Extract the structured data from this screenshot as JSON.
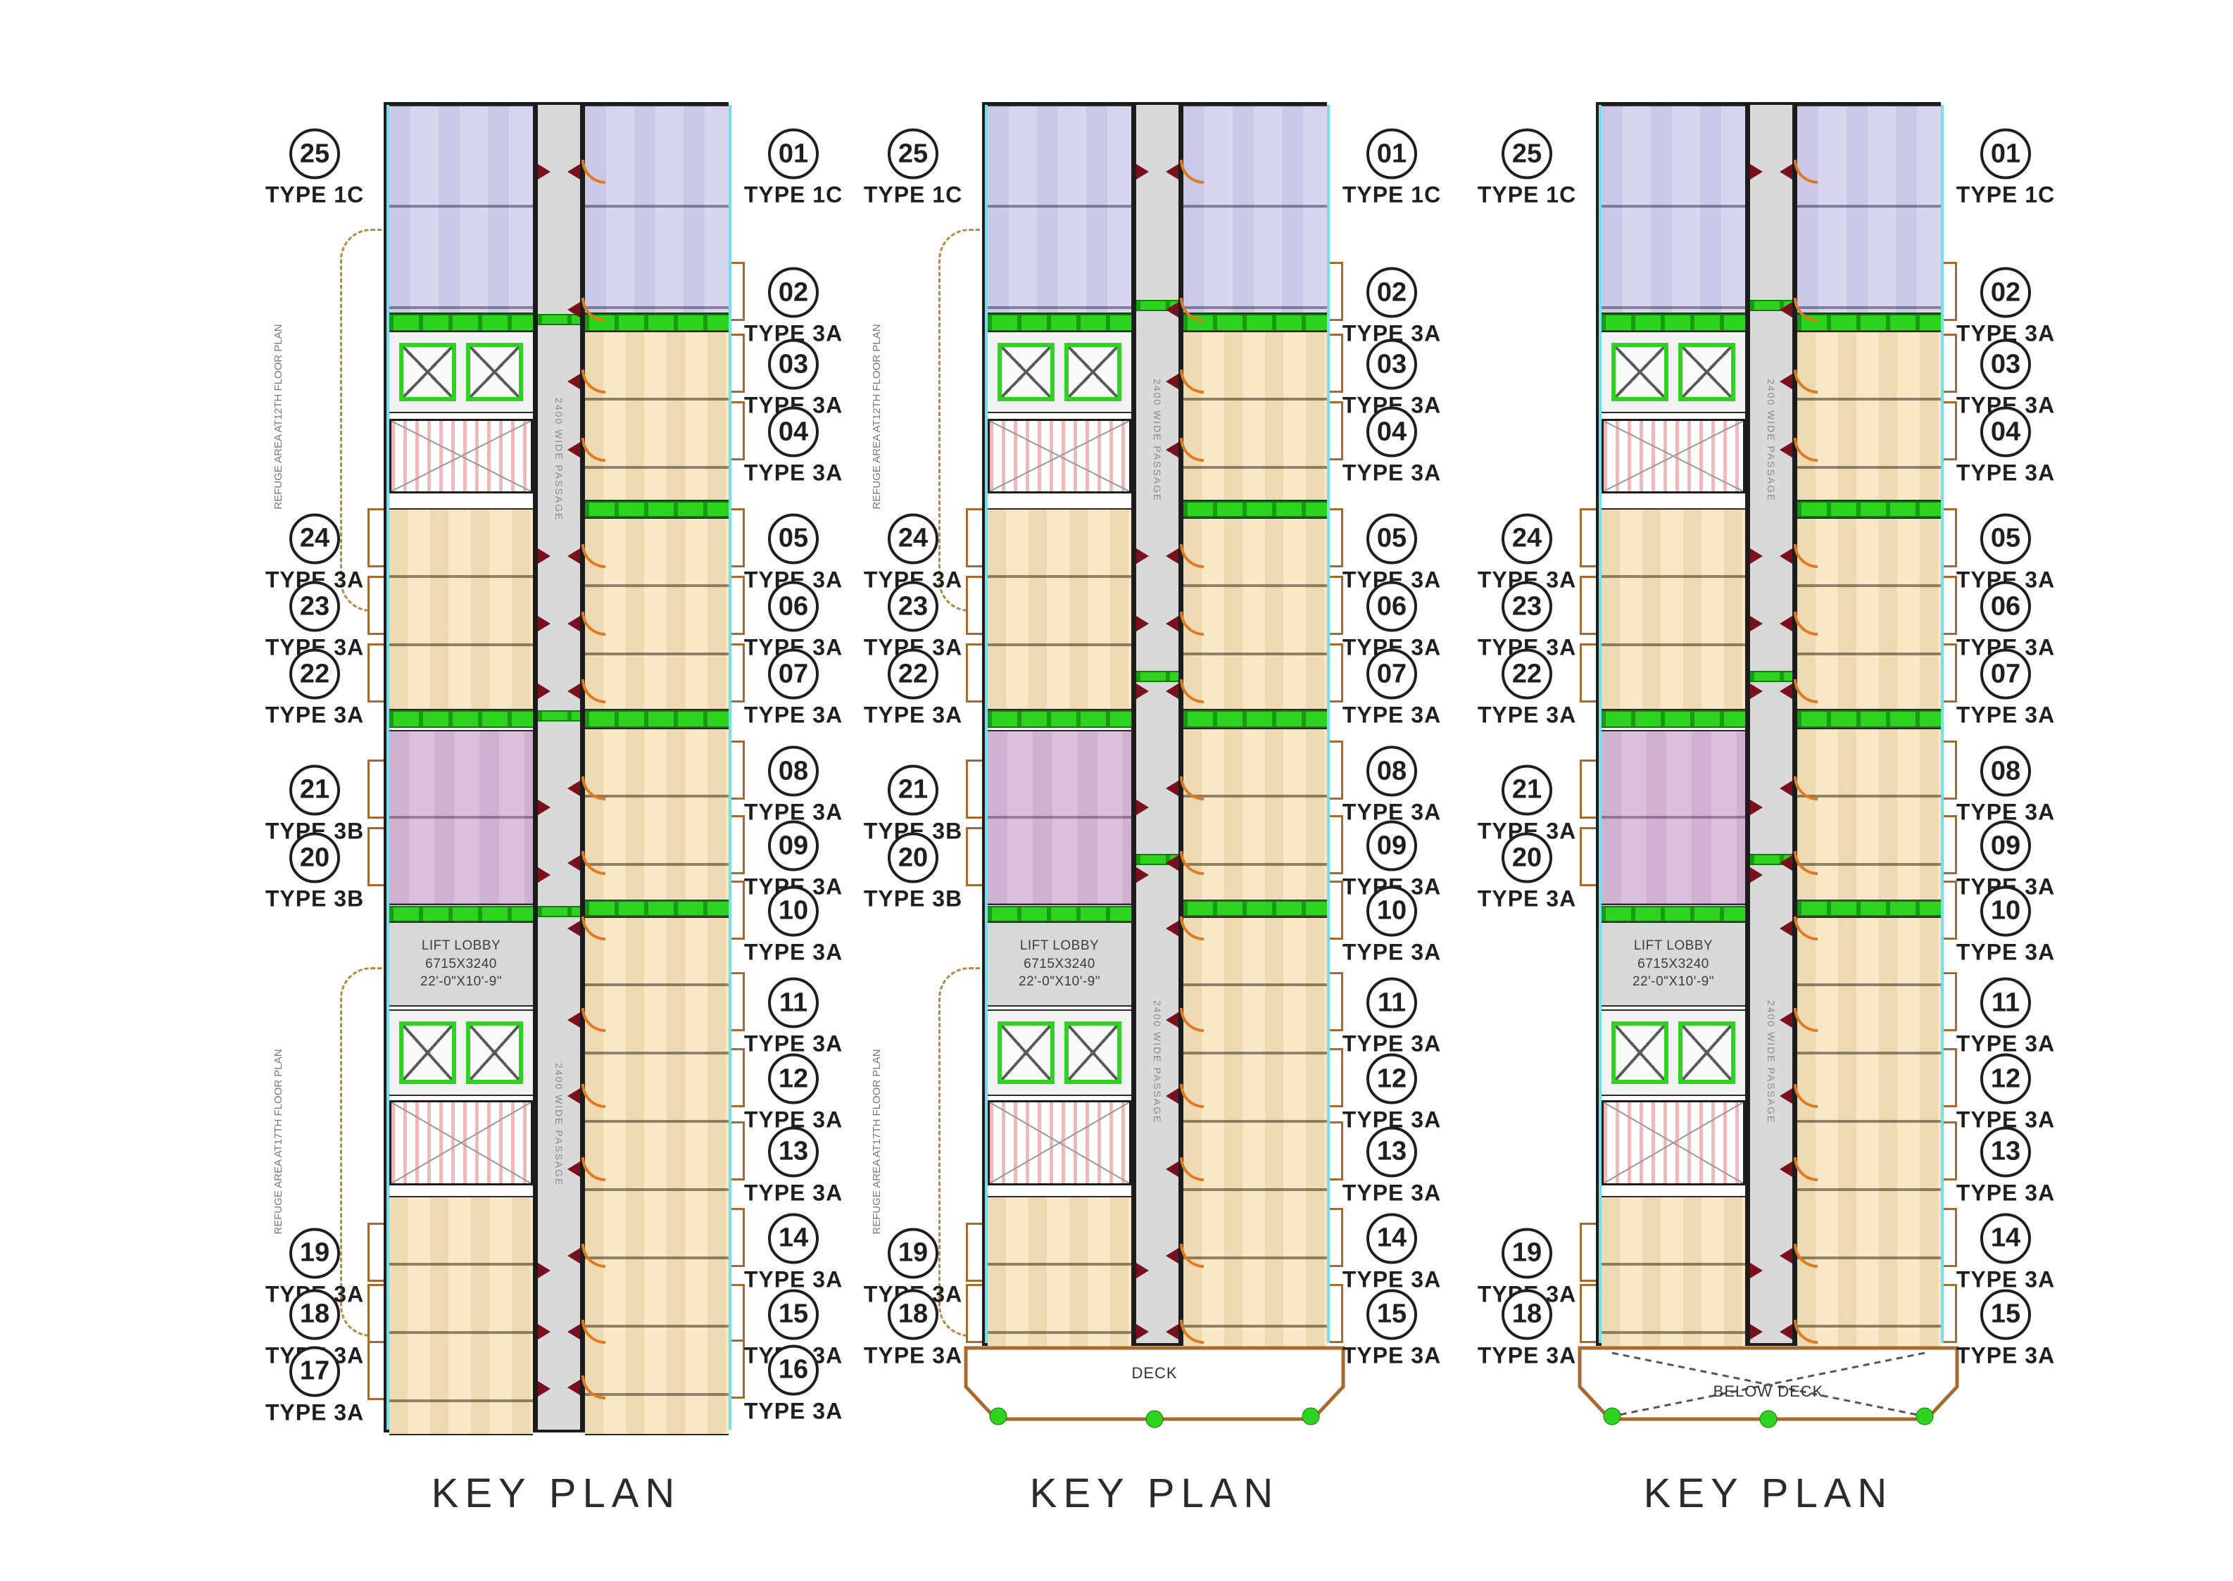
{
  "colors": {
    "unit_beige": "#f8e8c6",
    "unit_lavender": "#d8d5ee",
    "unit_mauve": "#dbc0db",
    "corridor_gray": "#d9d9d9",
    "refuge_green": "#2ed31f",
    "balcony_tan": "#a9692e",
    "outer_cyan": "#74dfee",
    "wall_black": "#1c1c1c",
    "door_red": "#7a0f1e",
    "door_orange": "#e0791f"
  },
  "plans": [
    {
      "title": "KEY PLAN",
      "left_labels": [
        {
          "num": "25",
          "type": "TYPE 1C"
        },
        {
          "num": "24",
          "type": "TYPE 3A"
        },
        {
          "num": "23",
          "type": "TYPE 3A"
        },
        {
          "num": "22",
          "type": "TYPE 3A"
        },
        {
          "num": "21",
          "type": "TYPE 3B"
        },
        {
          "num": "20",
          "type": "TYPE 3B"
        },
        {
          "num": "19",
          "type": "TYPE 3A"
        },
        {
          "num": "18",
          "type": "TYPE 3A"
        },
        {
          "num": "17",
          "type": "TYPE 3A"
        }
      ],
      "right_labels": [
        {
          "num": "01",
          "type": "TYPE 1C"
        },
        {
          "num": "02",
          "type": "TYPE 3A"
        },
        {
          "num": "03",
          "type": "TYPE 3A"
        },
        {
          "num": "04",
          "type": "TYPE 3A"
        },
        {
          "num": "05",
          "type": "TYPE 3A"
        },
        {
          "num": "06",
          "type": "TYPE 3A"
        },
        {
          "num": "07",
          "type": "TYPE 3A"
        },
        {
          "num": "08",
          "type": "TYPE 3A"
        },
        {
          "num": "09",
          "type": "TYPE 3A"
        },
        {
          "num": "10",
          "type": "TYPE 3A"
        },
        {
          "num": "11",
          "type": "TYPE 3A"
        },
        {
          "num": "12",
          "type": "TYPE 3A"
        },
        {
          "num": "13",
          "type": "TYPE 3A"
        },
        {
          "num": "14",
          "type": "TYPE 3A"
        },
        {
          "num": "15",
          "type": "TYPE 3A"
        },
        {
          "num": "16",
          "type": "TYPE 3A"
        }
      ],
      "annotations": {
        "lift_lobby": [
          "LIFT LOBBY",
          "6715X3240",
          "22'-0\"X10'-9\""
        ],
        "passage": "2400 WIDE PASSAGE",
        "refuge_top": "REFUGE AREA AT12TH FLOOR PLAN",
        "refuge_bottom": "REFUGE AREA AT17TH FLOOR PLAN"
      },
      "deck_label": "",
      "has_refuge": true,
      "has_deck": false,
      "deck_crossed": false
    },
    {
      "title": "KEY PLAN",
      "left_labels": [
        {
          "num": "25",
          "type": "TYPE 1C"
        },
        {
          "num": "24",
          "type": "TYPE 3A"
        },
        {
          "num": "23",
          "type": "TYPE 3A"
        },
        {
          "num": "22",
          "type": "TYPE 3A"
        },
        {
          "num": "21",
          "type": "TYPE 3B"
        },
        {
          "num": "20",
          "type": "TYPE 3B"
        },
        {
          "num": "19",
          "type": "TYPE 3A"
        },
        {
          "num": "18",
          "type": "TYPE 3A"
        }
      ],
      "right_labels": [
        {
          "num": "01",
          "type": "TYPE 1C"
        },
        {
          "num": "02",
          "type": "TYPE 3A"
        },
        {
          "num": "03",
          "type": "TYPE 3A"
        },
        {
          "num": "04",
          "type": "TYPE 3A"
        },
        {
          "num": "05",
          "type": "TYPE 3A"
        },
        {
          "num": "06",
          "type": "TYPE 3A"
        },
        {
          "num": "07",
          "type": "TYPE 3A"
        },
        {
          "num": "08",
          "type": "TYPE 3A"
        },
        {
          "num": "09",
          "type": "TYPE 3A"
        },
        {
          "num": "10",
          "type": "TYPE 3A"
        },
        {
          "num": "11",
          "type": "TYPE 3A"
        },
        {
          "num": "12",
          "type": "TYPE 3A"
        },
        {
          "num": "13",
          "type": "TYPE 3A"
        },
        {
          "num": "14",
          "type": "TYPE 3A"
        },
        {
          "num": "15",
          "type": "TYPE 3A"
        }
      ],
      "annotations": {
        "lift_lobby": [
          "LIFT LOBBY",
          "6715X3240",
          "22'-0\"X10'-9\""
        ],
        "passage": "2400 WIDE PASSAGE",
        "refuge_top": "REFUGE AREA AT12TH FLOOR PLAN",
        "refuge_bottom": "REFUGE AREA AT17TH FLOOR PLAN"
      },
      "deck_label": "DECK",
      "has_refuge": true,
      "has_deck": true,
      "deck_crossed": false
    },
    {
      "title": "KEY PLAN",
      "left_labels": [
        {
          "num": "25",
          "type": "TYPE 1C"
        },
        {
          "num": "24",
          "type": "TYPE 3A"
        },
        {
          "num": "23",
          "type": "TYPE 3A"
        },
        {
          "num": "22",
          "type": "TYPE 3A"
        },
        {
          "num": "21",
          "type": "TYPE 3A"
        },
        {
          "num": "20",
          "type": "TYPE 3A"
        },
        {
          "num": "19",
          "type": "TYPE 3A"
        },
        {
          "num": "18",
          "type": "TYPE 3A"
        }
      ],
      "right_labels": [
        {
          "num": "01",
          "type": "TYPE 1C"
        },
        {
          "num": "02",
          "type": "TYPE 3A"
        },
        {
          "num": "03",
          "type": "TYPE 3A"
        },
        {
          "num": "04",
          "type": "TYPE 3A"
        },
        {
          "num": "05",
          "type": "TYPE 3A"
        },
        {
          "num": "06",
          "type": "TYPE 3A"
        },
        {
          "num": "07",
          "type": "TYPE 3A"
        },
        {
          "num": "08",
          "type": "TYPE 3A"
        },
        {
          "num": "09",
          "type": "TYPE 3A"
        },
        {
          "num": "10",
          "type": "TYPE 3A"
        },
        {
          "num": "11",
          "type": "TYPE 3A"
        },
        {
          "num": "12",
          "type": "TYPE 3A"
        },
        {
          "num": "13",
          "type": "TYPE 3A"
        },
        {
          "num": "14",
          "type": "TYPE 3A"
        },
        {
          "num": "15",
          "type": "TYPE 3A"
        }
      ],
      "annotations": {
        "lift_lobby": [
          "LIFT LOBBY",
          "6715X3240",
          "22'-0\"X10'-9\""
        ],
        "passage": "2400 WIDE PASSAGE",
        "refuge_top": "",
        "refuge_bottom": ""
      },
      "deck_label": "BELOW DECK",
      "has_refuge": false,
      "has_deck": true,
      "deck_crossed": true
    }
  ]
}
